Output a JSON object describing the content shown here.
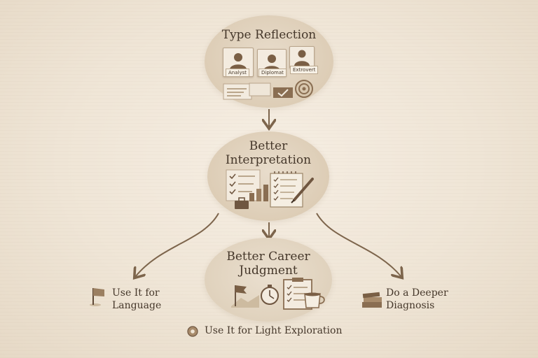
{
  "nodes": {
    "type_reflection": {
      "title": "Type Reflection",
      "profiles": [
        {
          "label": "Analyst"
        },
        {
          "label": "Diplomat"
        },
        {
          "label": "Extrovert"
        }
      ]
    },
    "better_interpretation": {
      "title_line1": "Better",
      "title_line2": "Interpretation"
    },
    "better_career_judgment": {
      "title_line1": "Better Career",
      "title_line2": "Judgment"
    }
  },
  "outcomes": {
    "language": {
      "line1": "Use It for",
      "line2": "Language",
      "icon": "flag-icon"
    },
    "deeper_diagnosis": {
      "line1": "Do a Deeper",
      "line2": "Diagnosis",
      "icon": "books-icon"
    },
    "light_exploration": {
      "label": "Use It for Light Exploration",
      "icon": "donut-icon"
    }
  },
  "colors": {
    "background": "#efe5d6",
    "bubble": "#ddcdb6",
    "arrow": "#7d654c",
    "text": "#45372a"
  }
}
